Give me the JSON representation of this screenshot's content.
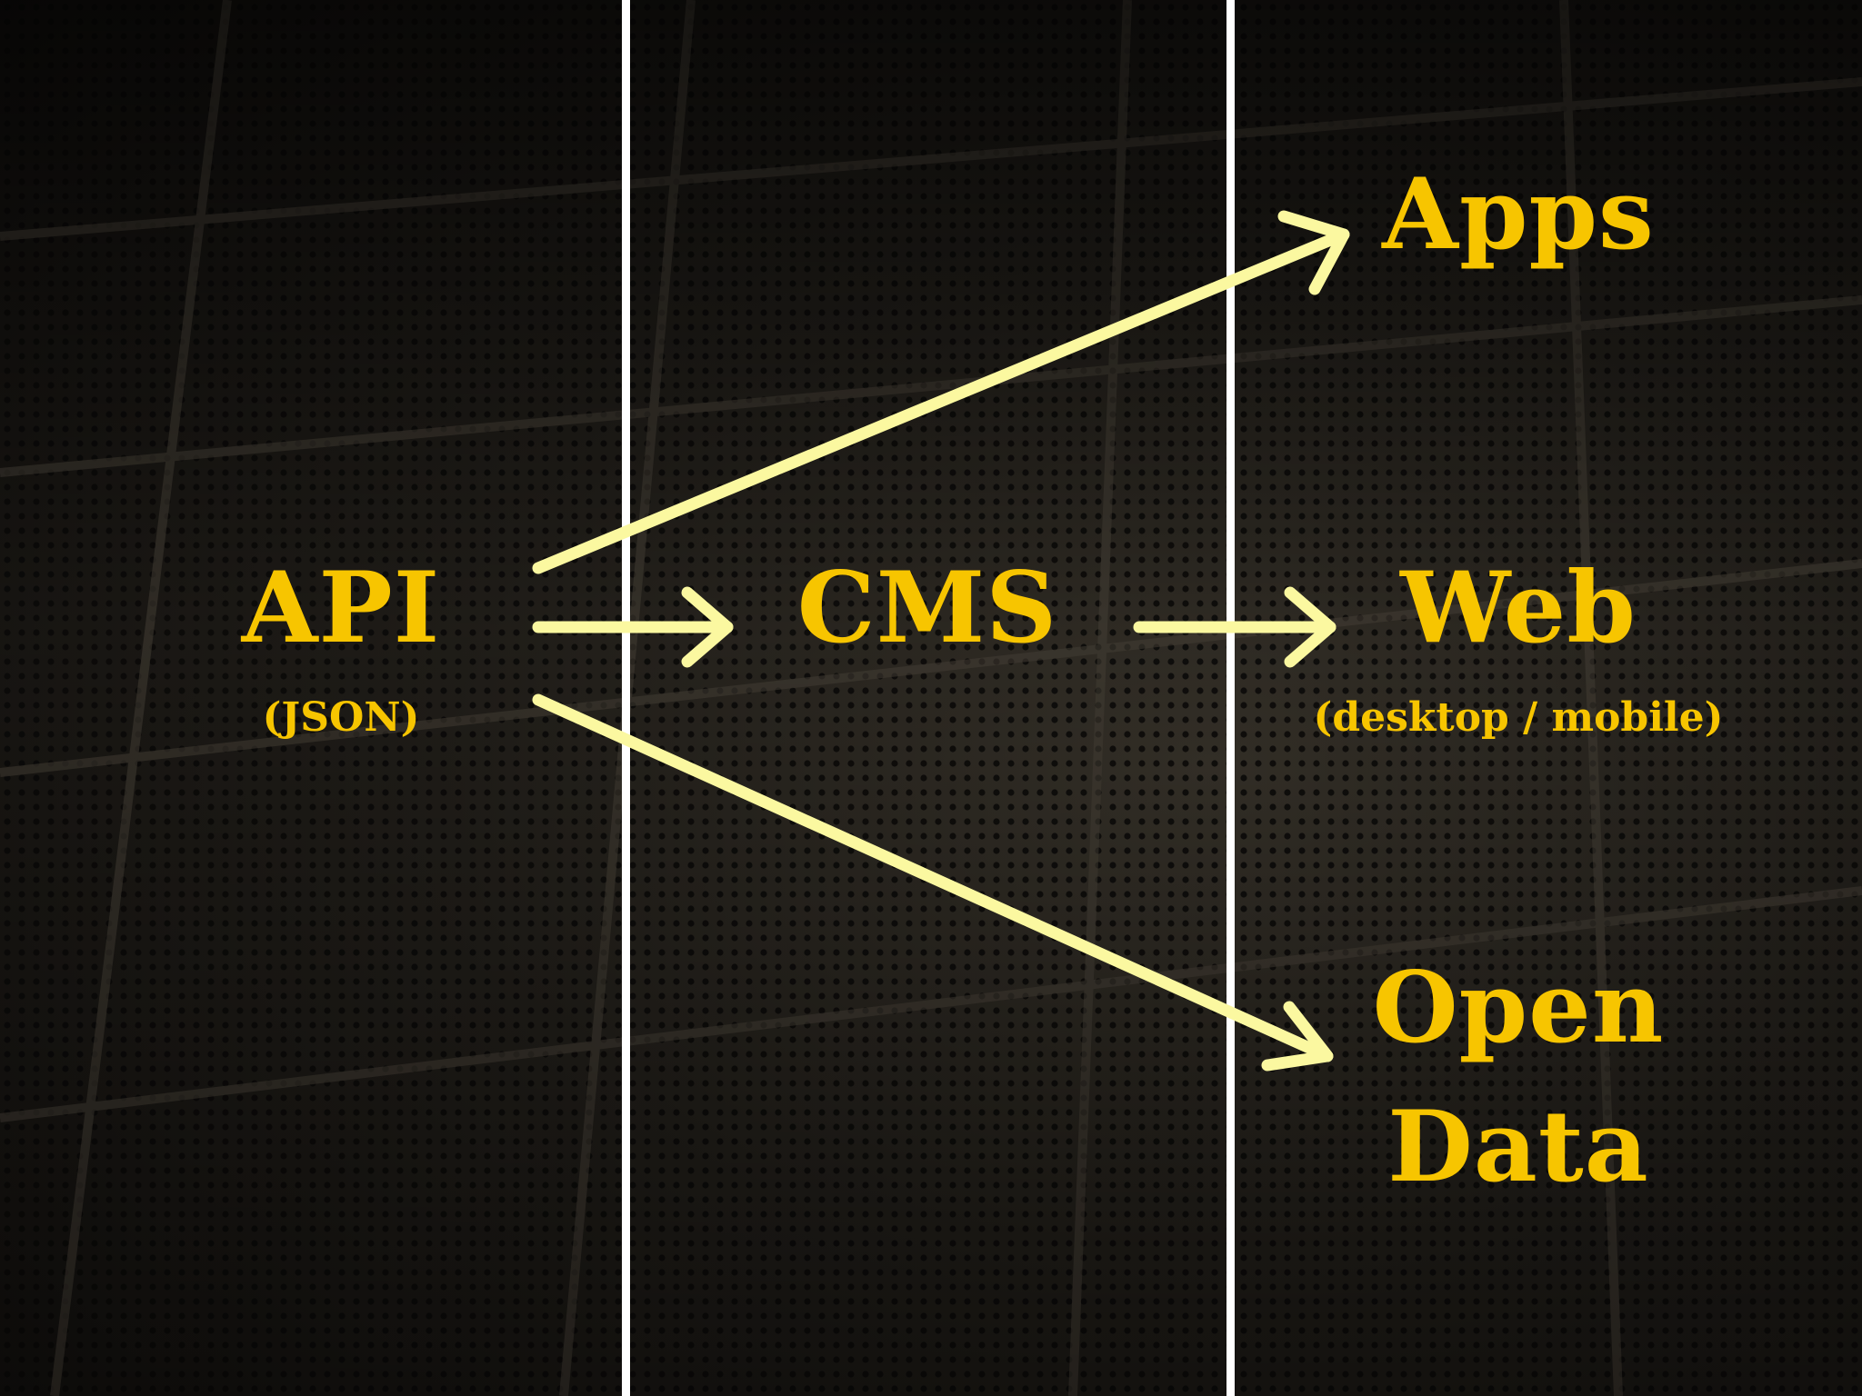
{
  "slide": {
    "nodes": {
      "api": {
        "label": "API",
        "sub": "(JSON)"
      },
      "cms": {
        "label": "CMS"
      },
      "apps": {
        "label": "Apps"
      },
      "web": {
        "label": "Web",
        "sub": "(desktop / mobile)"
      },
      "open_data": {
        "line1": "Open",
        "line2": "Data"
      }
    },
    "edges": [
      {
        "from": "API",
        "to": "Apps"
      },
      {
        "from": "API",
        "to": "CMS"
      },
      {
        "from": "CMS",
        "to": "Web"
      },
      {
        "from": "API",
        "to": "Open Data"
      }
    ]
  },
  "colors": {
    "text": "#f7c500",
    "arrow": "#fbf8a0",
    "divider": "#ffffff",
    "background": "#1c1915"
  },
  "background_description_icon": "binary-grid-floor-photo"
}
